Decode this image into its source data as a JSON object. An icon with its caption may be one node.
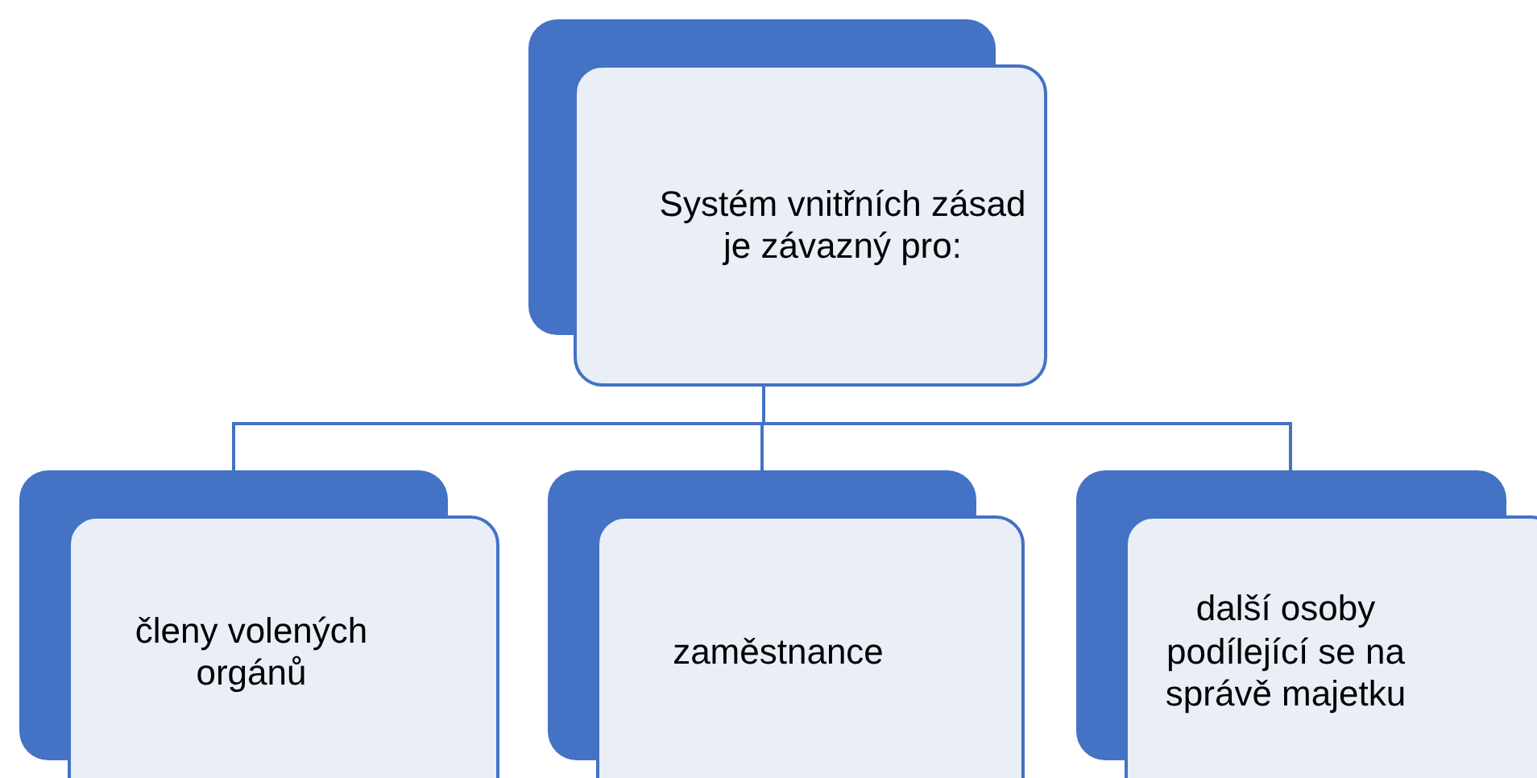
{
  "diagram": {
    "nodes": [
      {
        "text": [
          "Systém vnitřních zásad je závazný pro:"
        ]
      },
      {
        "text": [
          "členy volených orgánů"
        ]
      },
      {
        "text": [
          "zaměstnance"
        ]
      },
      {
        "text": [
          "další osoby podílející se na správě majetku"
        ]
      }
    ],
    "edges": [
      {
        "from": 0,
        "to": 1,
        "arrow": "none"
      },
      {
        "from": 0,
        "to": 2,
        "arrow": "none"
      },
      {
        "from": 0,
        "to": 3,
        "arrow": "none"
      }
    ]
  }
}
